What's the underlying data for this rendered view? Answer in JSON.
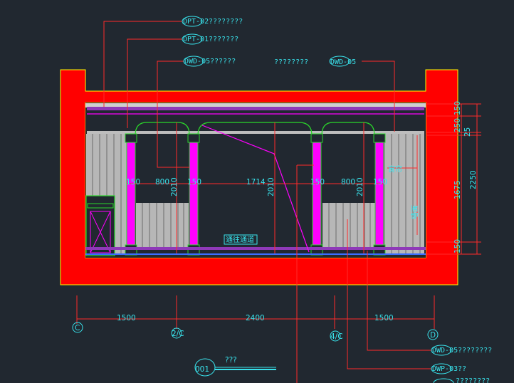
{
  "callouts": {
    "dpt02": {
      "code": "DPT-02",
      "text": "????????"
    },
    "dpt01": {
      "code": "DPT-01",
      "text": "???????"
    },
    "dwd05a": {
      "code": "DWD-05",
      "text": "??????"
    },
    "mid": {
      "text": "????????"
    },
    "dwd05b": {
      "code": "DWD-05"
    },
    "dwd05c": {
      "code": "DWD-05",
      "text": "????????"
    },
    "dwp03": {
      "code": "DWP-03",
      "text": "??"
    },
    "bottom": {
      "text": "????????"
    }
  },
  "dimensions": {
    "inner": {
      "a": "150",
      "b": "800",
      "c": "150",
      "d": "1714",
      "e": "150",
      "f": "800",
      "g": "150"
    },
    "heights": {
      "h1": "2010",
      "h2": "2010",
      "h3": "2010"
    },
    "right": {
      "r150a": "150",
      "r250": "250",
      "r25": "25",
      "r1675": "1675",
      "r150b": "150",
      "total": "2250"
    },
    "bottom": {
      "b1": "1500",
      "b2": "2400",
      "b3": "1500"
    }
  },
  "grid": {
    "g1": "C",
    "g2": "2/C",
    "g3": "4/C",
    "g4": "D"
  },
  "room_labels": {
    "passage": "通往通道",
    "side": "窗帘",
    "vertical": "墙面"
  },
  "title": {
    "number": "001",
    "name": "???"
  },
  "colors": {
    "background": "#212830",
    "wall": "#ff0000",
    "column": "#ff00ff",
    "text": "#39e3ec",
    "leader": "#ff2a2a",
    "trim": "#2bd62b"
  }
}
